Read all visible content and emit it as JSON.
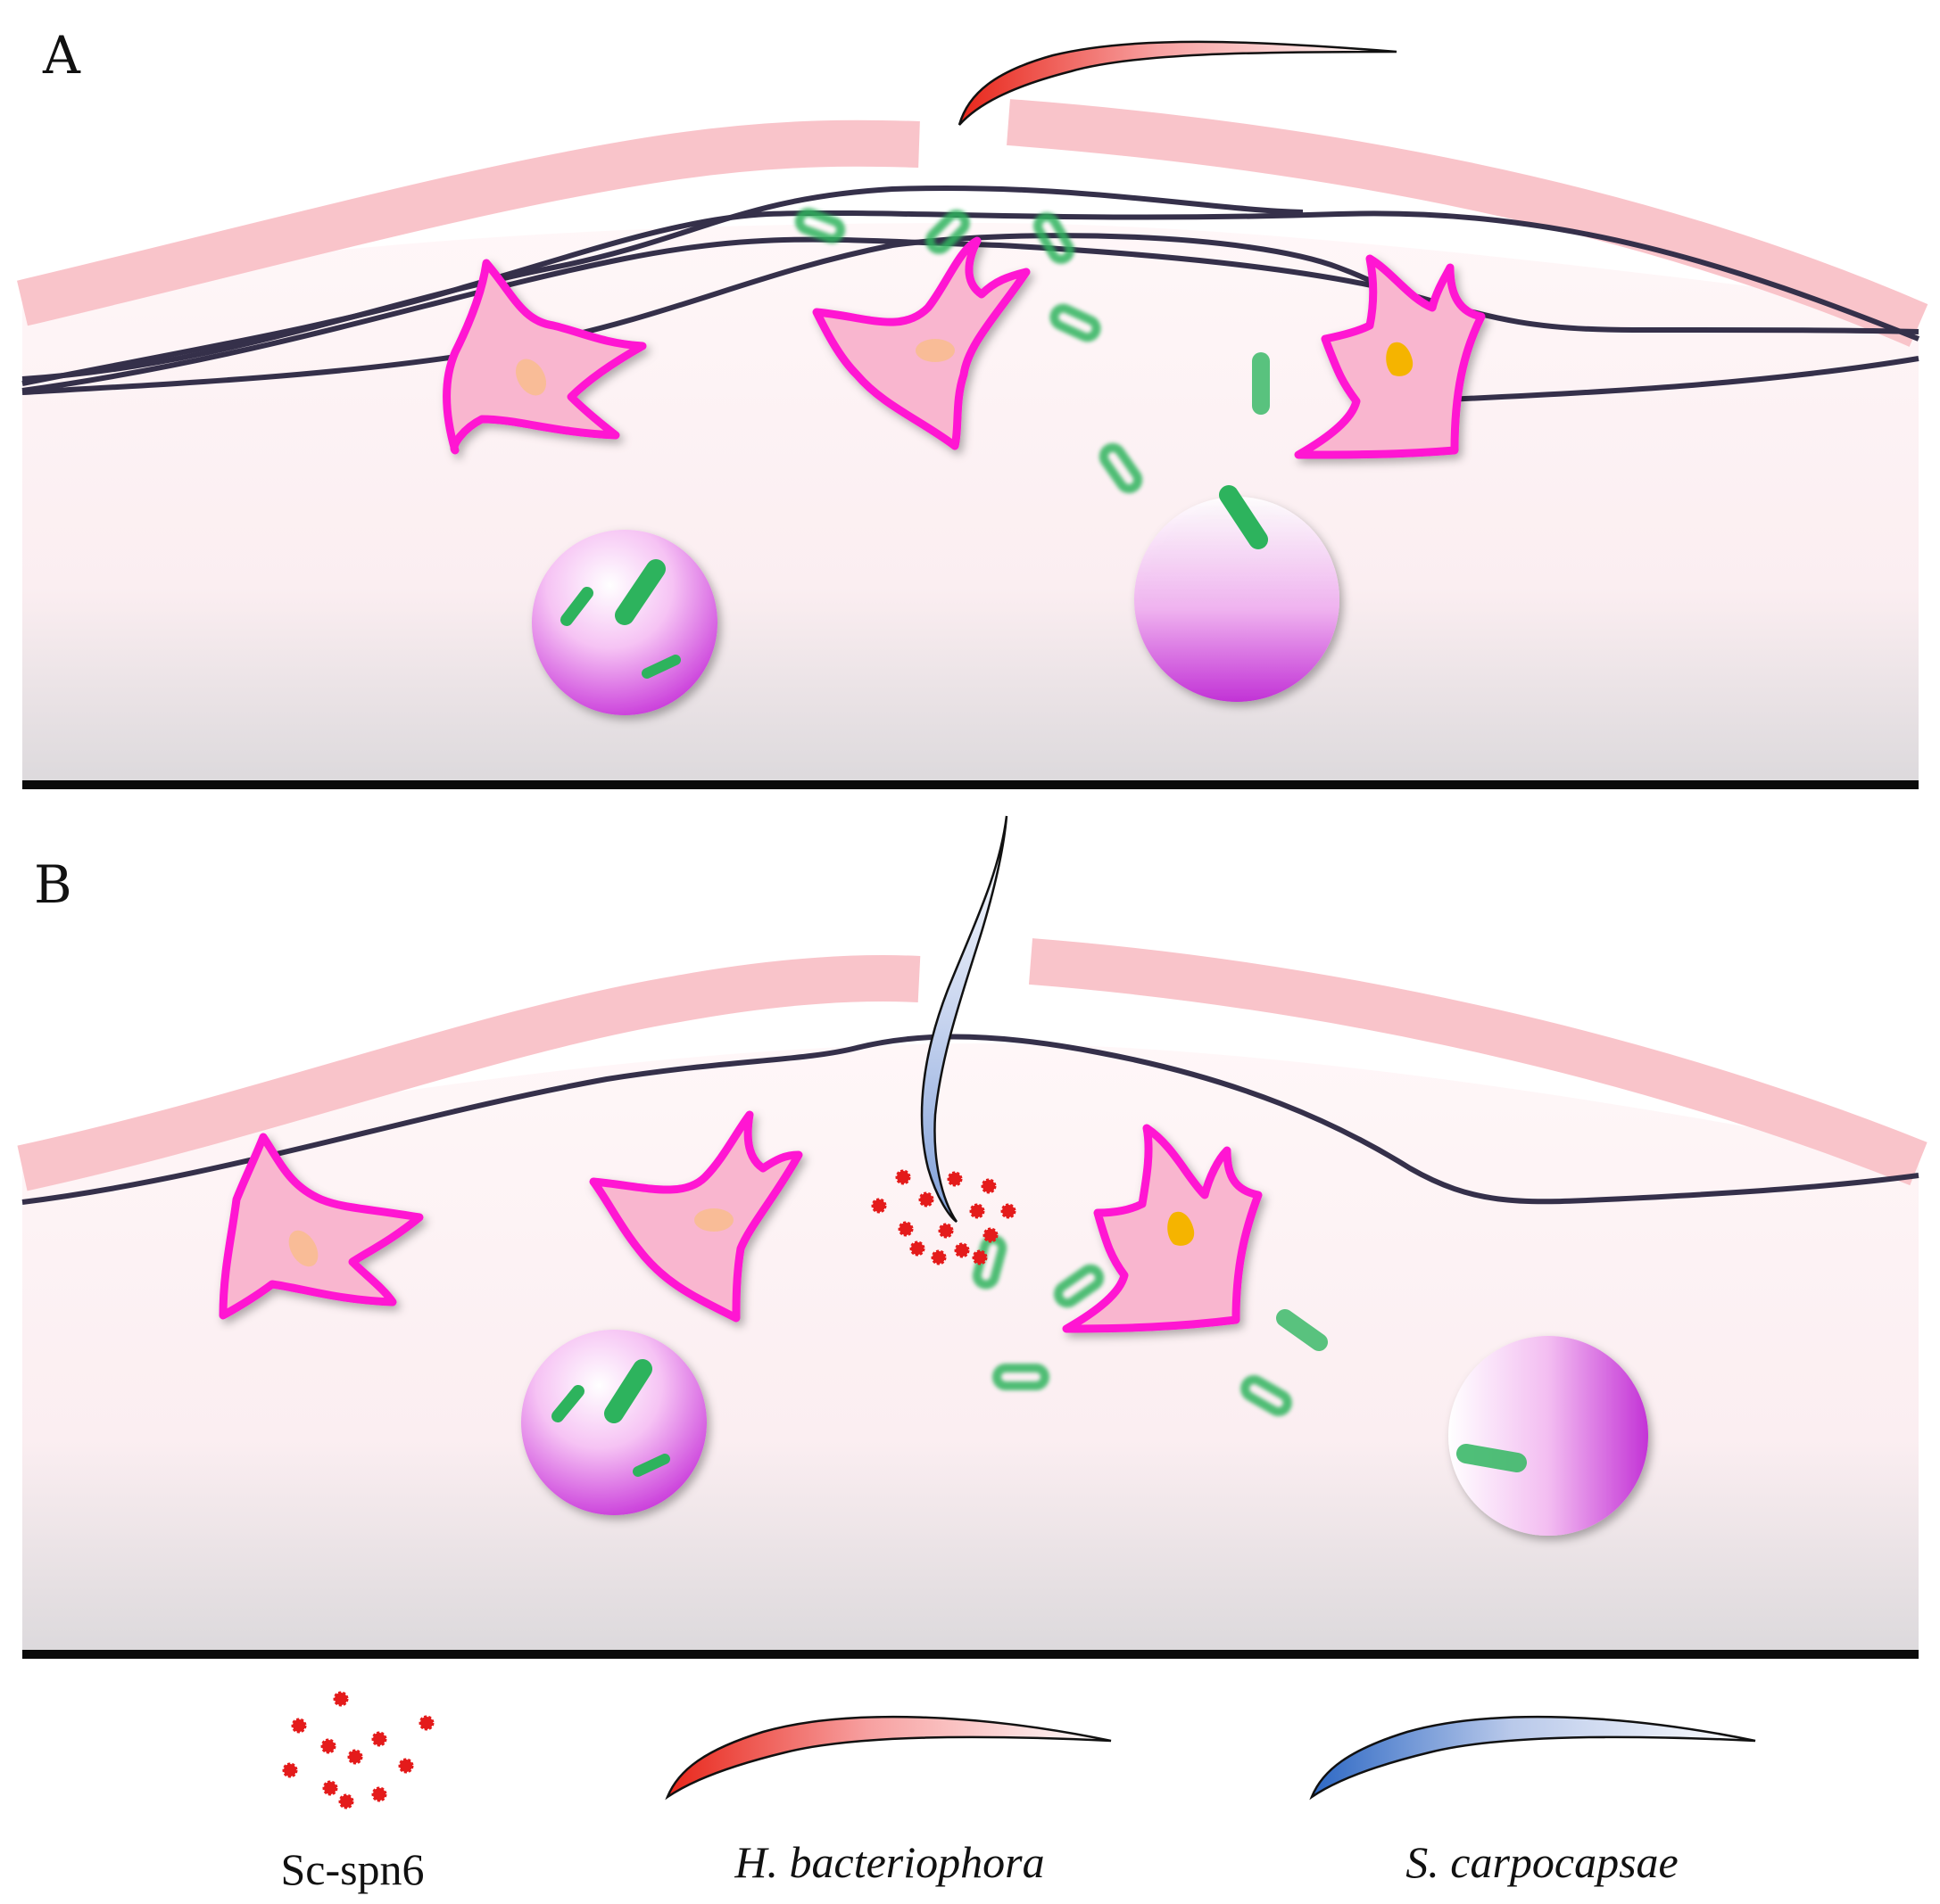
{
  "panels": [
    {
      "letter": "A"
    },
    {
      "letter": "B"
    }
  ],
  "legend": {
    "protein": "Sc-spn6",
    "nematode_red": "H. bacteriophora",
    "nematode_blue": "S. carpocapsae"
  },
  "colors": {
    "cuticle": "#f9c4ca",
    "fiber": "#35304a",
    "hemocyte_outline": "#ff14d2",
    "hemocyte_fill": "#f9b6cf",
    "bacteria": "#2db35d",
    "phagocyte": "#d24ee0",
    "protein_dot": "#e41b1b",
    "nematode_red": "#ee2a1e",
    "nematode_blue": "#2f6fc8"
  }
}
